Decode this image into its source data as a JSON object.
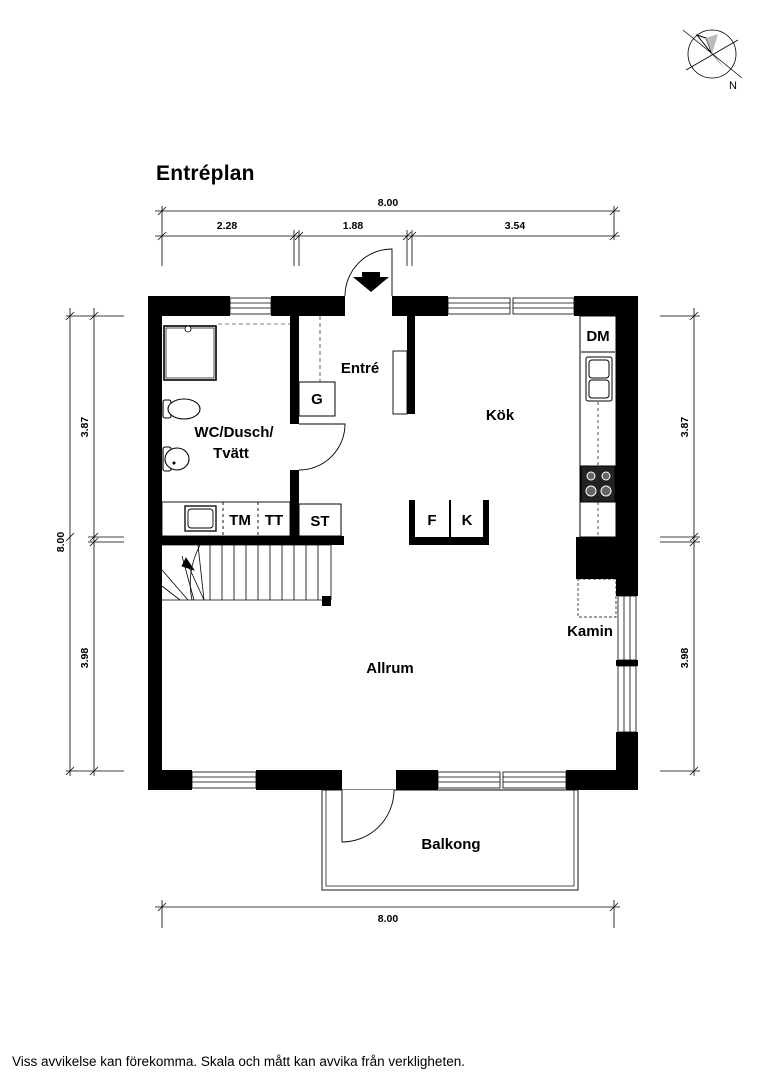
{
  "title": "Entréplan",
  "footer": "Viss avvikelse kan förekomma. Skala och mått kan avvika från verkligheten.",
  "compass": {
    "label": "N"
  },
  "rooms": {
    "entre": "Entré",
    "kok": "Kök",
    "wc_line1": "WC/Dusch/",
    "wc_line2": "Tvätt",
    "allrum": "Allrum",
    "kamin": "Kamin",
    "balkong": "Balkong"
  },
  "fixtures": {
    "g": "G",
    "dm": "DM",
    "tm": "TM",
    "tt": "TT",
    "st": "ST",
    "f": "F",
    "k": "K"
  },
  "dimensions": {
    "top_total": "8.00",
    "top_a": "2.28",
    "top_b": "1.88",
    "top_c": "3.54",
    "left_total": "8.00",
    "left_upper": "3.87",
    "left_lower": "3.98",
    "right_upper": "3.87",
    "right_lower": "3.98",
    "bottom_total": "8.00"
  }
}
